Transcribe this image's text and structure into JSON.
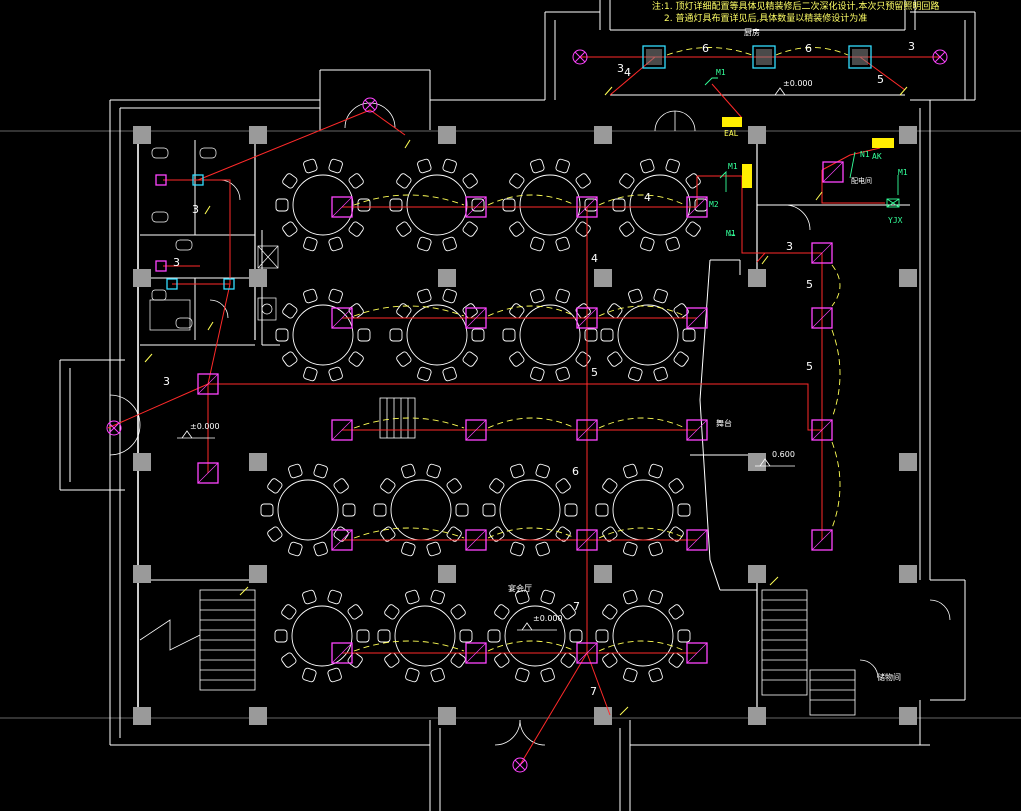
{
  "notes": {
    "line1": "注:1. 顶灯详细配置等具体见精装修后二次深化设计,本次只预留照明回路",
    "line2": "2. 普通灯具布置详见后,具体数量以精装修设计为准"
  },
  "room_labels": {
    "kitchen": "厨房",
    "stage": "舞台",
    "hall": "宴会厅",
    "storage": "储物间",
    "distribution_room": "配电间"
  },
  "elevations": {
    "top": "±0.000",
    "left": "±0.000",
    "stage": "0.600",
    "hall": "±0.000"
  },
  "circuit_numbers": {
    "n3_left_top": "3",
    "n3_left_mid": "3",
    "n3_left_low": "3",
    "n3_right": "3",
    "n3_top_right": "3",
    "n4_top": "4",
    "n4_table": "4",
    "n4_mid": "4",
    "n5_mid": "5",
    "n5_right_a": "5",
    "n5_right_b": "5",
    "n5_top_right": "5",
    "n6_top_a": "6",
    "n6_top_b": "6",
    "n6_mid": "6",
    "n7_low": "7",
    "n7_bottom": "7",
    "n3_top_left": "3"
  },
  "panel_tags": {
    "eal": "EAL",
    "ak": "AK",
    "yjx": "YJX",
    "m1_a": "M1",
    "m1_b": "M1",
    "m1_c": "M1",
    "m1_d": "M1",
    "m2": "M2",
    "n1": "N1"
  },
  "colors": {
    "wall": "#ffffff",
    "column": "#9a9a9a",
    "circuit": "#ff2a2a",
    "fixture": "#ff44ff",
    "aux_line": "#ffff55",
    "furniture": "#ffffff",
    "cyan_fixture": "#33ddff",
    "panel": "#ffee00",
    "tag": "#33ff99"
  }
}
